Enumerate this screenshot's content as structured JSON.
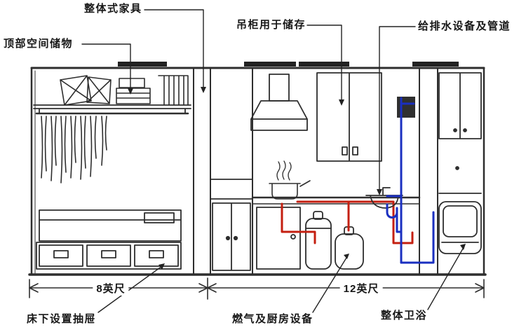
{
  "diagram": {
    "kind": "hand-drawn interior elevation sketch of a compact dwelling unit",
    "annotations": {
      "top_storage": "顶部空间储物",
      "integrated_furniture": "整体式家具",
      "overhead_cabinets": "吊柜用于储存",
      "plumbing": "给排水设备及管道",
      "under_bed_drawers": "床下设置抽屉",
      "gas_kitchen": "燃气及厨房设备",
      "integrated_bathroom": "整体卫浴"
    },
    "dimensions": {
      "bedroom_width": "8英尺",
      "kitchen_bath_width": "12英尺"
    },
    "colors": {
      "ink": "#2e2e2e",
      "gas_pipe_red": "#c41f10",
      "water_pipe_blue": "#1a2fc0",
      "background": "#ffffff"
    }
  }
}
